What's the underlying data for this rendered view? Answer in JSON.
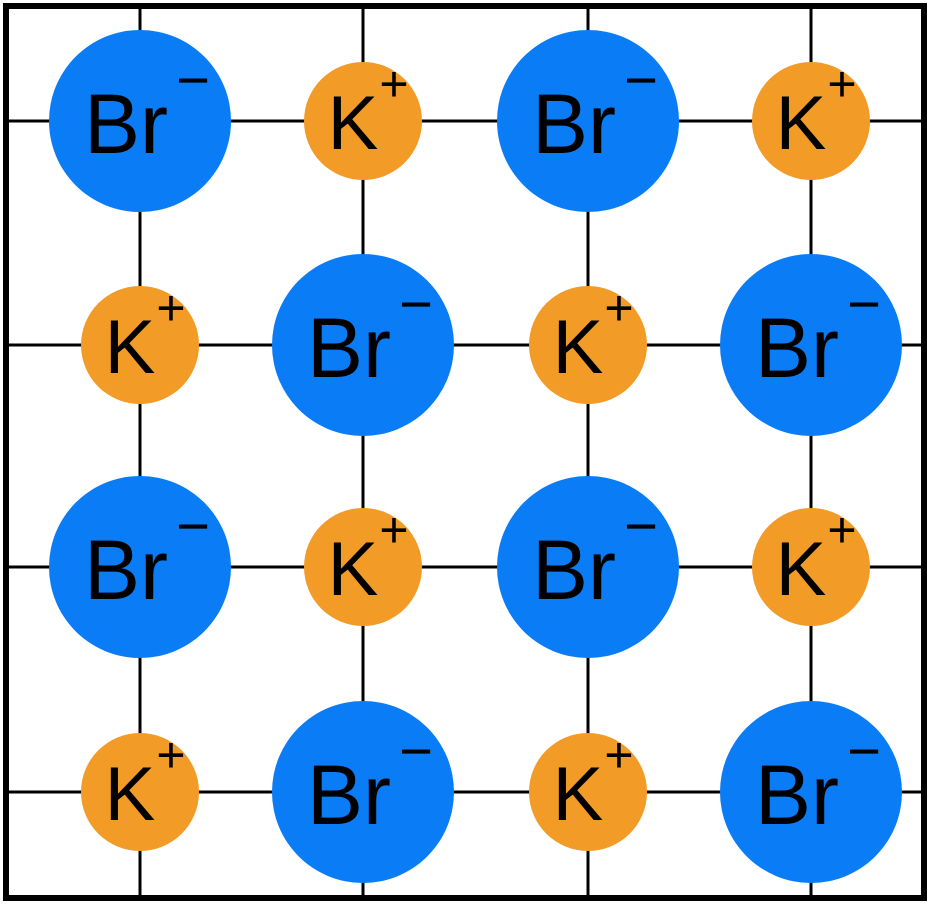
{
  "colors": {
    "bromide": "#0a7cf5",
    "potassium": "#f29b26",
    "grid_line": "#000000",
    "border": "#000000",
    "background": "#ffffff"
  },
  "lattice": {
    "rows": [
      [
        {
          "element": "Br",
          "charge": "−"
        },
        {
          "element": "K",
          "charge": "+"
        },
        {
          "element": "Br",
          "charge": "−"
        },
        {
          "element": "K",
          "charge": "+"
        }
      ],
      [
        {
          "element": "K",
          "charge": "+"
        },
        {
          "element": "Br",
          "charge": "−"
        },
        {
          "element": "K",
          "charge": "+"
        },
        {
          "element": "Br",
          "charge": "−"
        }
      ],
      [
        {
          "element": "Br",
          "charge": "−"
        },
        {
          "element": "K",
          "charge": "+"
        },
        {
          "element": "Br",
          "charge": "−"
        },
        {
          "element": "K",
          "charge": "+"
        }
      ],
      [
        {
          "element": "K",
          "charge": "+"
        },
        {
          "element": "Br",
          "charge": "−"
        },
        {
          "element": "K",
          "charge": "+"
        },
        {
          "element": "Br",
          "charge": "−"
        }
      ]
    ]
  }
}
